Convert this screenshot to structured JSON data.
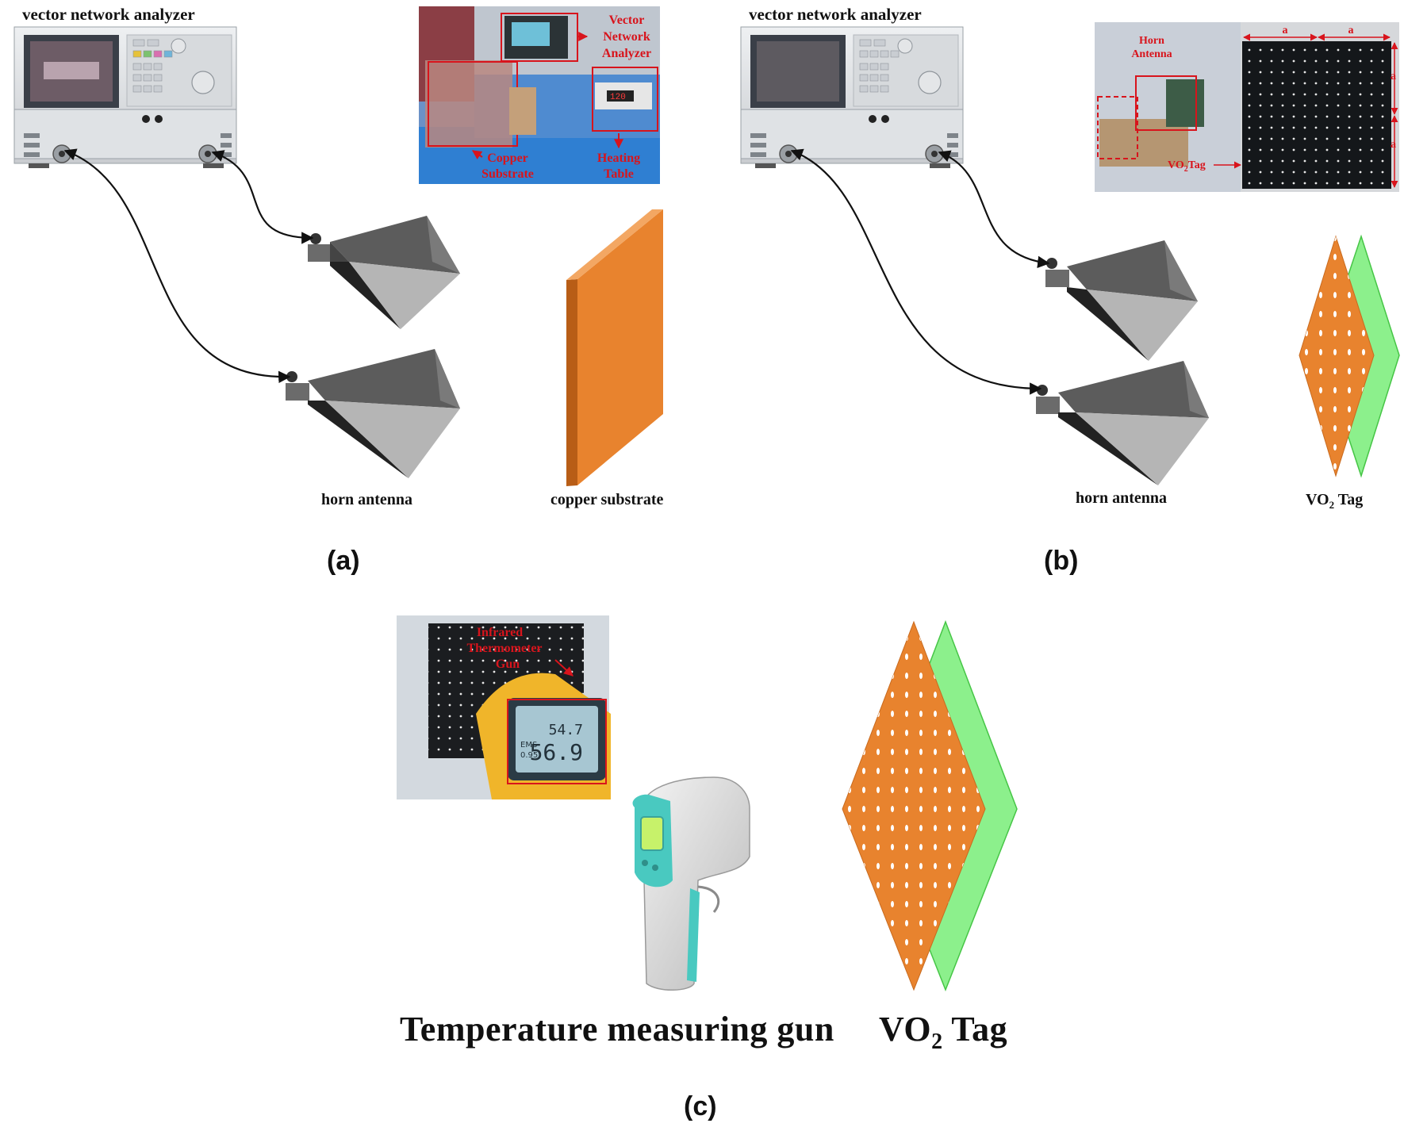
{
  "panel_a": {
    "tag": "(a)",
    "vna_label": "vector network analyzer",
    "horn_label": "horn antenna",
    "substrate_label": "copper substrate",
    "photo_labels": {
      "vna_line1": "Vector",
      "vna_line2": "Network",
      "vna_line3": "Analyzer",
      "copper_line1": "Copper",
      "copper_line2": "Substrate",
      "heat_line1": "Heating",
      "heat_line2": "Table",
      "display_value": "120"
    }
  },
  "panel_b": {
    "tag": "(b)",
    "vna_label": "vector network analyzer",
    "horn_label": "horn antenna",
    "tag_label_main": "VO",
    "tag_label_sub": "2",
    "tag_label_rest": " Tag",
    "photo_labels": {
      "horn_line1": "Horn",
      "horn_line2": "Antenna",
      "dim_a": "a",
      "vo2_main": "VO",
      "vo2_sub": "2",
      "vo2_rest": "Tag"
    }
  },
  "panel_c": {
    "tag": "(c)",
    "gun_label": "Temperature measuring gun",
    "tag_label_main": "VO",
    "tag_label_sub": "2",
    "tag_label_rest": " Tag",
    "photo_labels": {
      "ir_line1": "Infrared",
      "ir_line2": "Thermometer",
      "ir_line3": "Gun",
      "reading_top": "54.7",
      "reading_main": "56.9",
      "ems_label": "EMS",
      "ems_value": "0.95"
    }
  },
  "colors": {
    "copper_orange": "#e8832e",
    "tag_green": "#8cf08c",
    "annotation_red": "#d8141c"
  }
}
